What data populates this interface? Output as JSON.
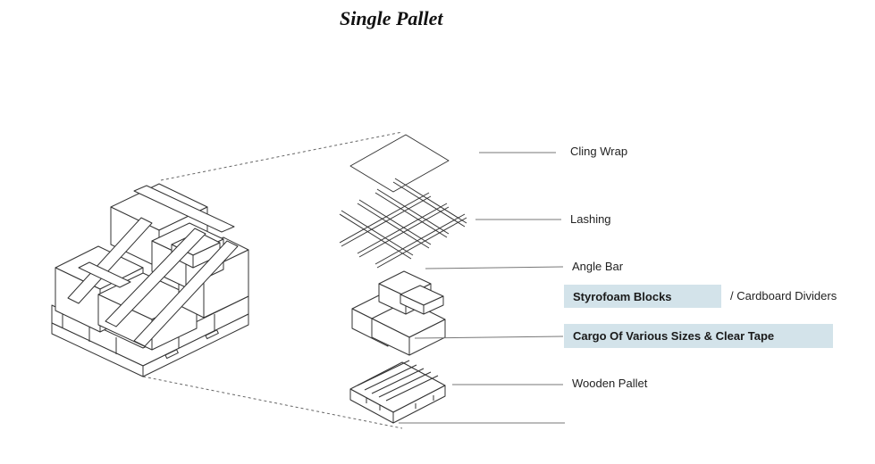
{
  "title": "Single Pallet",
  "labels": {
    "cling_wrap": "Cling Wrap",
    "lashing": "Lashing",
    "angle_bar": "Angle Bar",
    "styrofoam": "Styrofoam Blocks",
    "dividers": "/ Cardboard Dividers",
    "cargo": "Cargo Of Various Sizes & Clear Tape",
    "wooden_pallet": "Wooden Pallet"
  },
  "colors": {
    "highlight": "#d3e3ea",
    "line": "#555555"
  }
}
